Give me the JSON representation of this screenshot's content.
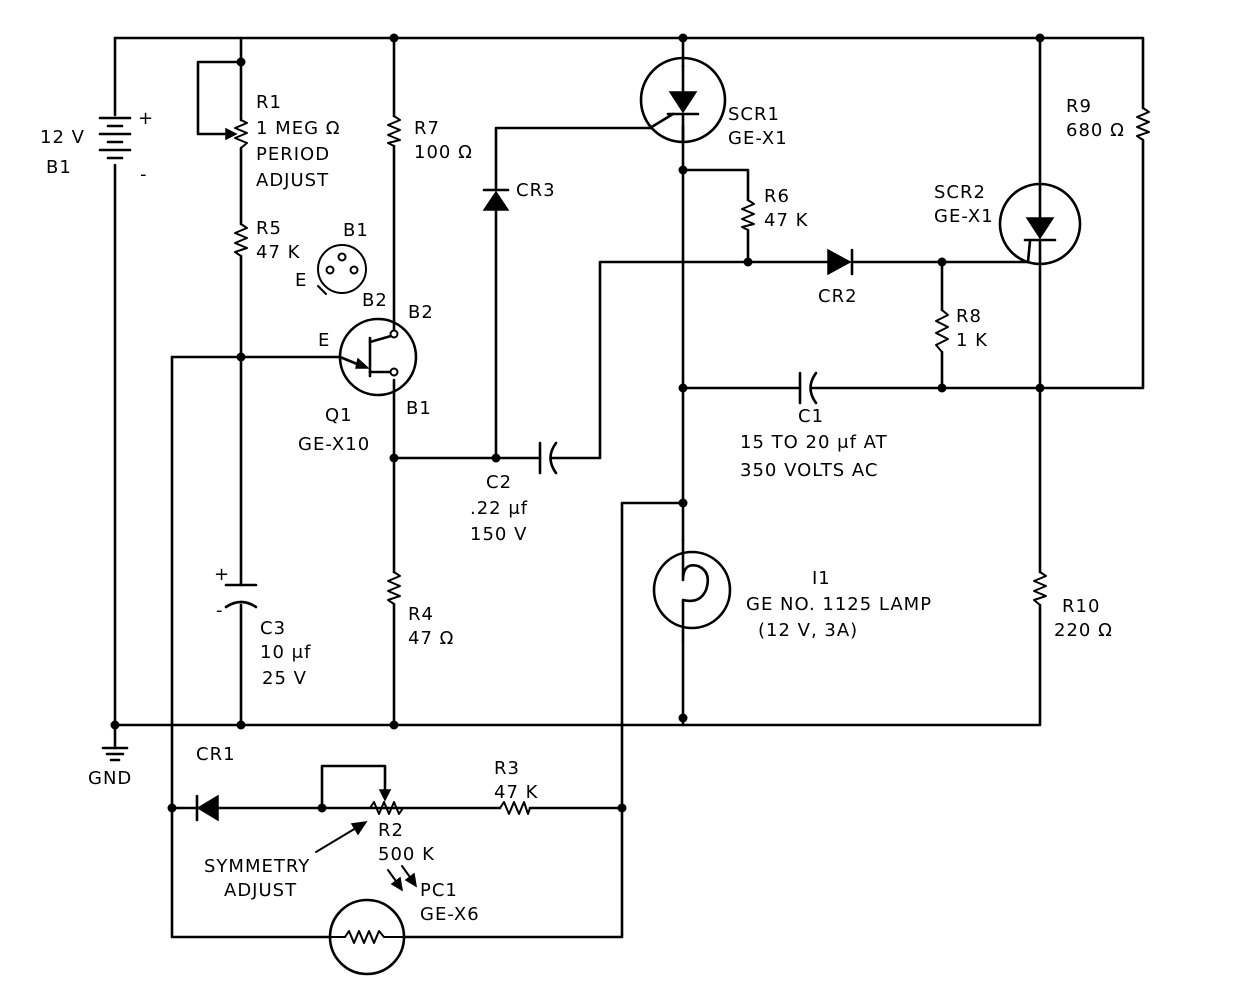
{
  "battery": {
    "voltage": "12 V",
    "ref": "B1",
    "plus": "+",
    "minus": "-"
  },
  "r1": {
    "ref": "R1",
    "value": "1 MEG Ω",
    "desc1": "PERIOD",
    "desc2": "ADJUST"
  },
  "r5": {
    "ref": "R5",
    "value": "47 K"
  },
  "r7": {
    "ref": "R7",
    "value": "100 Ω"
  },
  "ujt_pinout": {
    "b1": "B1",
    "b2": "B2",
    "e": "E"
  },
  "q1": {
    "ref": "Q1",
    "part": "GE-X10",
    "e": "E",
    "b2": "B2",
    "b1": "B1"
  },
  "cr3": {
    "ref": "CR3"
  },
  "c2": {
    "ref": "C2",
    "value": ".22 μf",
    "rating": "150 V"
  },
  "scr1": {
    "ref": "SCR1",
    "part": "GE-X1"
  },
  "r6": {
    "ref": "R6",
    "value": "47 K"
  },
  "cr2": {
    "ref": "CR2"
  },
  "scr2": {
    "ref": "SCR2",
    "part": "GE-X1"
  },
  "r9": {
    "ref": "R9",
    "value": "680 Ω"
  },
  "r8": {
    "ref": "R8",
    "value": "1 K"
  },
  "c1": {
    "ref": "C1",
    "value": "15 TO 20 μf AT",
    "rating": "350 VOLTS AC"
  },
  "i1": {
    "ref": "I1",
    "part": "GE NO. 1125 LAMP",
    "rating": "(12 V, 3A)"
  },
  "r10": {
    "ref": "R10",
    "value": "220 Ω"
  },
  "c3": {
    "ref": "C3",
    "value": "10 μf",
    "rating": "25 V",
    "plus": "+",
    "minus": "-"
  },
  "r4": {
    "ref": "R4",
    "value": "47 Ω"
  },
  "gnd": {
    "label": "GND"
  },
  "cr1": {
    "ref": "CR1"
  },
  "r3": {
    "ref": "R3",
    "value": "47 K"
  },
  "r2": {
    "ref": "R2",
    "value": "500 K",
    "desc1": "SYMMETRY",
    "desc2": "ADJUST"
  },
  "pc1": {
    "ref": "PC1",
    "part": "GE-X6"
  }
}
